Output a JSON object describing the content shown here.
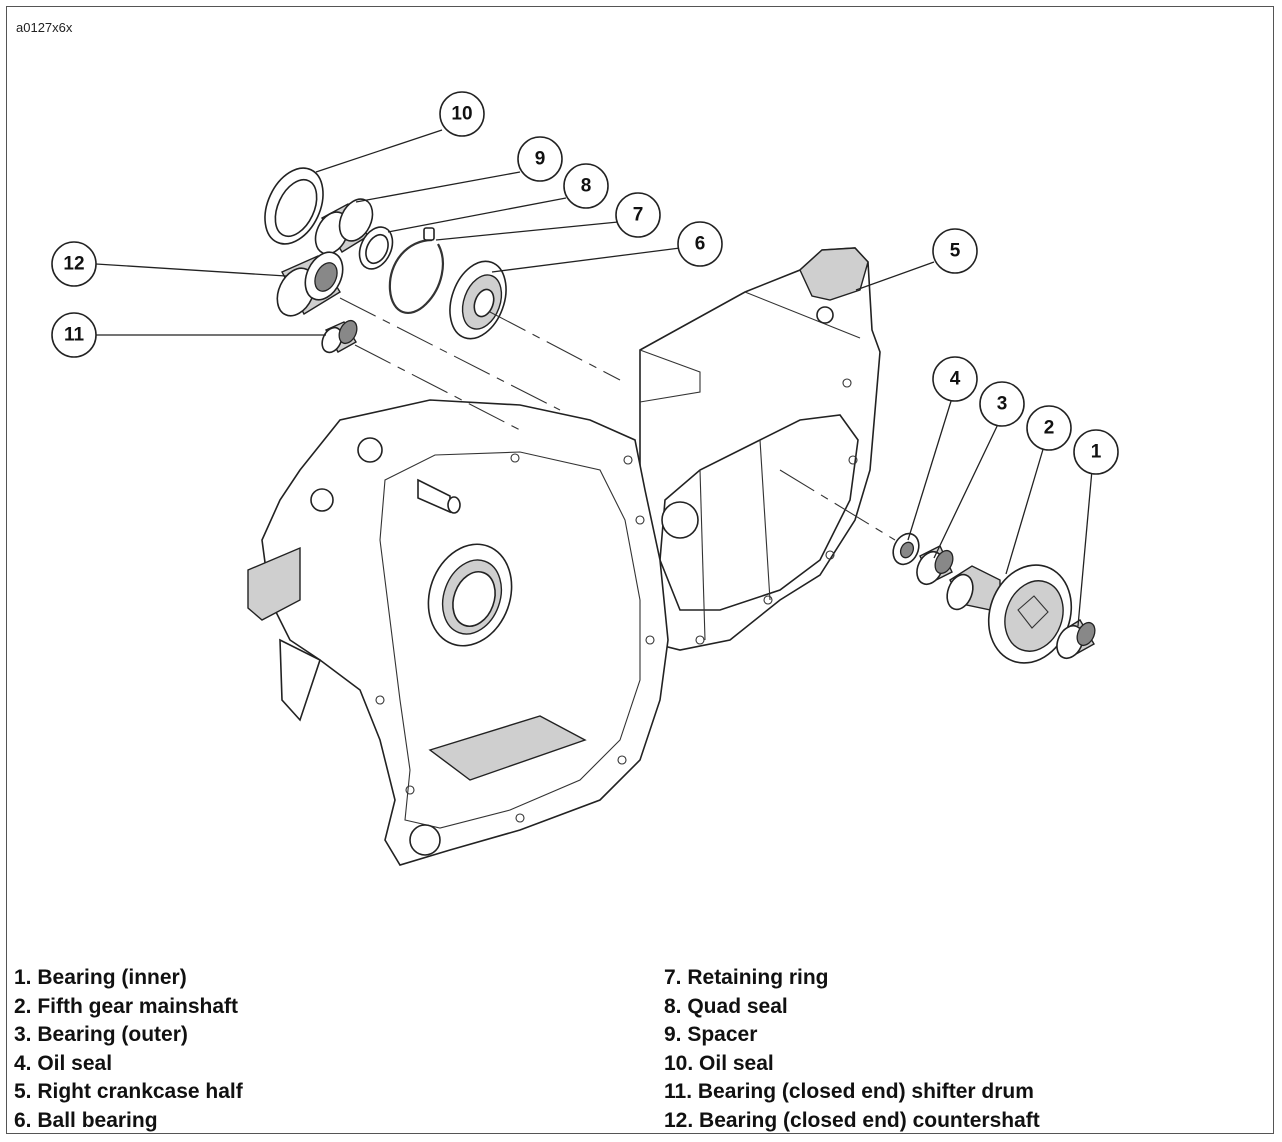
{
  "figure_id": "a0127x6x",
  "callouts": [
    "1",
    "2",
    "3",
    "4",
    "5",
    "6",
    "7",
    "8",
    "9",
    "10",
    "11",
    "12"
  ],
  "legend_left": [
    "1. Bearing (inner)",
    "2. Fifth gear mainshaft",
    "3. Bearing (outer)",
    "4. Oil seal",
    "5. Right crankcase half",
    "6. Ball bearing"
  ],
  "legend_right": [
    "7. Retaining ring",
    "8. Quad seal",
    "9. Spacer",
    "10. Oil seal",
    "11. Bearing (closed end) shifter drum",
    "12. Bearing (closed end) countershaft"
  ]
}
